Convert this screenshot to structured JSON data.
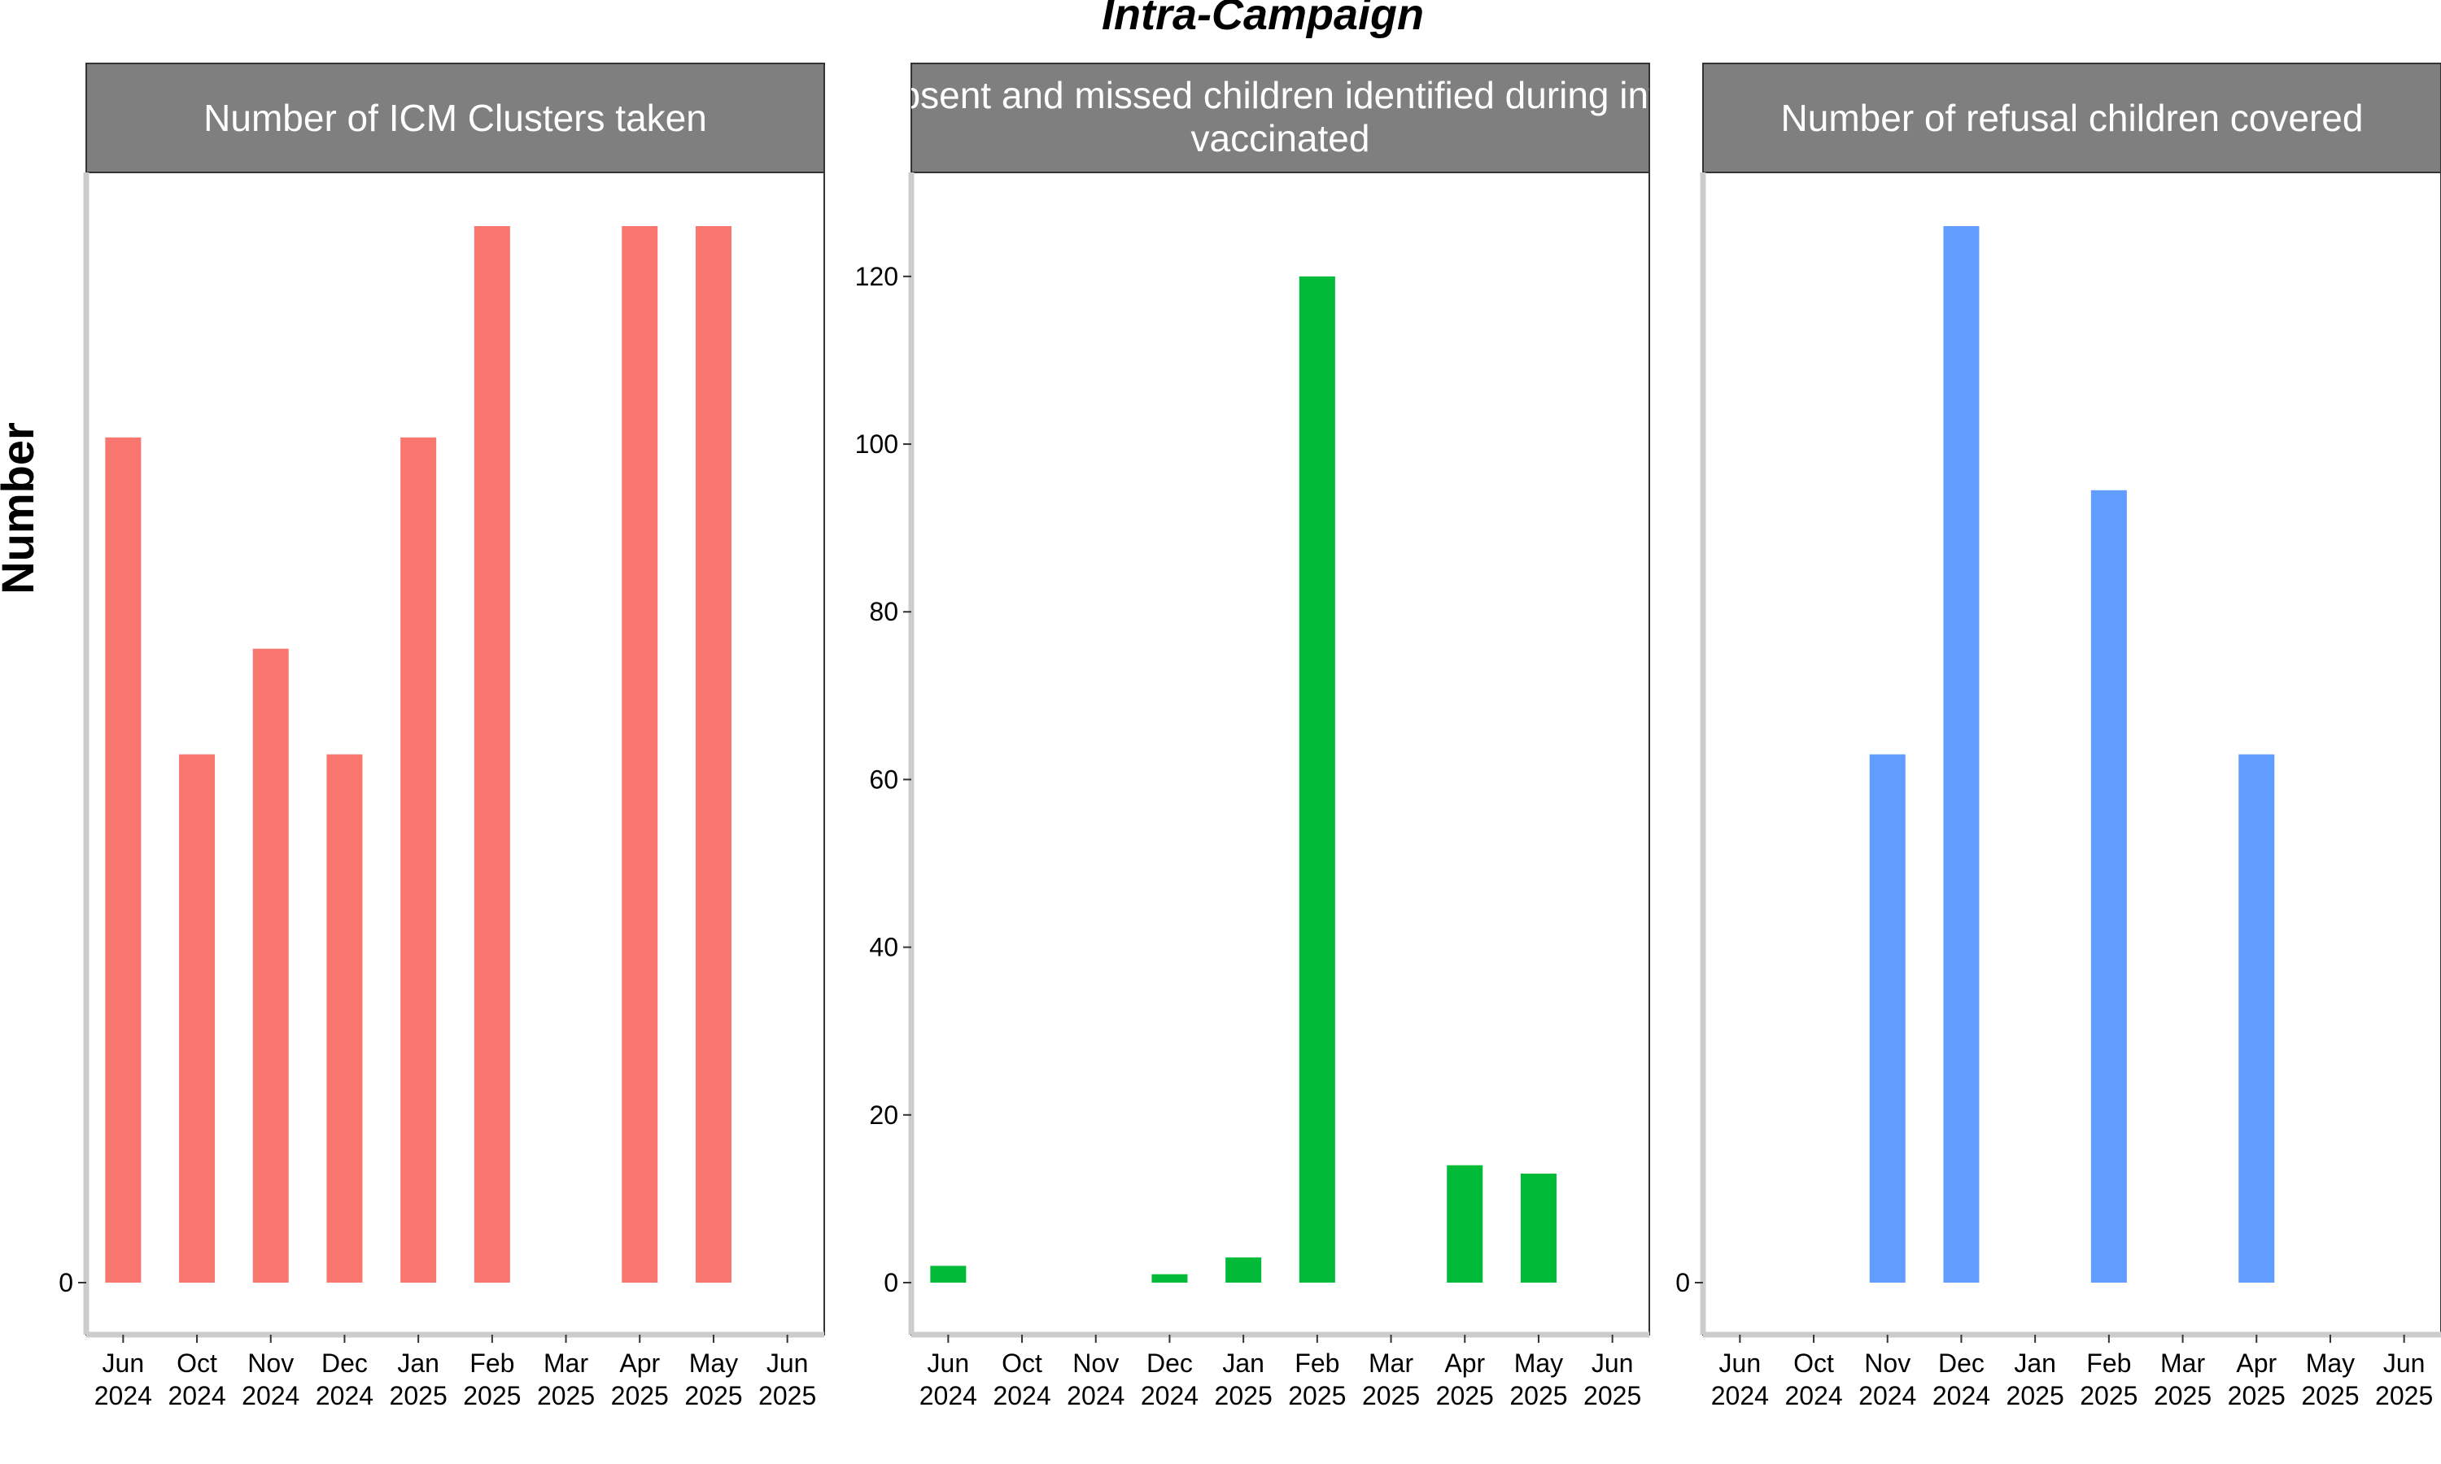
{
  "chart_data": {
    "type": "bar",
    "title": "Intra-Campaign",
    "ylabel": "Number",
    "xlabel": "",
    "x_ticks": [
      [
        "Jun",
        "2024"
      ],
      [
        "Oct",
        "2024"
      ],
      [
        "Nov",
        "2024"
      ],
      [
        "Dec",
        "2024"
      ],
      [
        "Jan",
        "2025"
      ],
      [
        "Feb",
        "2025"
      ],
      [
        "Mar",
        "2025"
      ],
      [
        "Apr",
        "2025"
      ],
      [
        "May",
        "2025"
      ],
      [
        "Jun",
        "2025"
      ]
    ],
    "grid": false,
    "legend": "none",
    "panels": [
      {
        "title_lines": [
          "Number of ICM Clusters taken"
        ],
        "color": "#F8766D",
        "y_tick_values": [
          0
        ],
        "ylim": [
          0,
          1
        ],
        "values": [
          0.8,
          0.5,
          0.6,
          0.5,
          0.8,
          1.0,
          null,
          1.0,
          1.0,
          null
        ]
      },
      {
        "title_lines": [
          "Number of absent and missed children identified during intra-campaign",
          "vaccinated"
        ],
        "color": "#00BA38",
        "y_tick_values": [
          0,
          20,
          40,
          60,
          80,
          100,
          120
        ],
        "ylim": [
          0,
          126
        ],
        "values": [
          2,
          null,
          null,
          1,
          3,
          120,
          null,
          14,
          13,
          null
        ]
      },
      {
        "title_lines": [
          "Number of refusal children covered"
        ],
        "color": "#619CFF",
        "y_tick_values": [
          0
        ],
        "ylim": [
          0,
          2
        ],
        "values": [
          null,
          null,
          1,
          2,
          null,
          1.5,
          null,
          1,
          null,
          null
        ]
      }
    ]
  }
}
